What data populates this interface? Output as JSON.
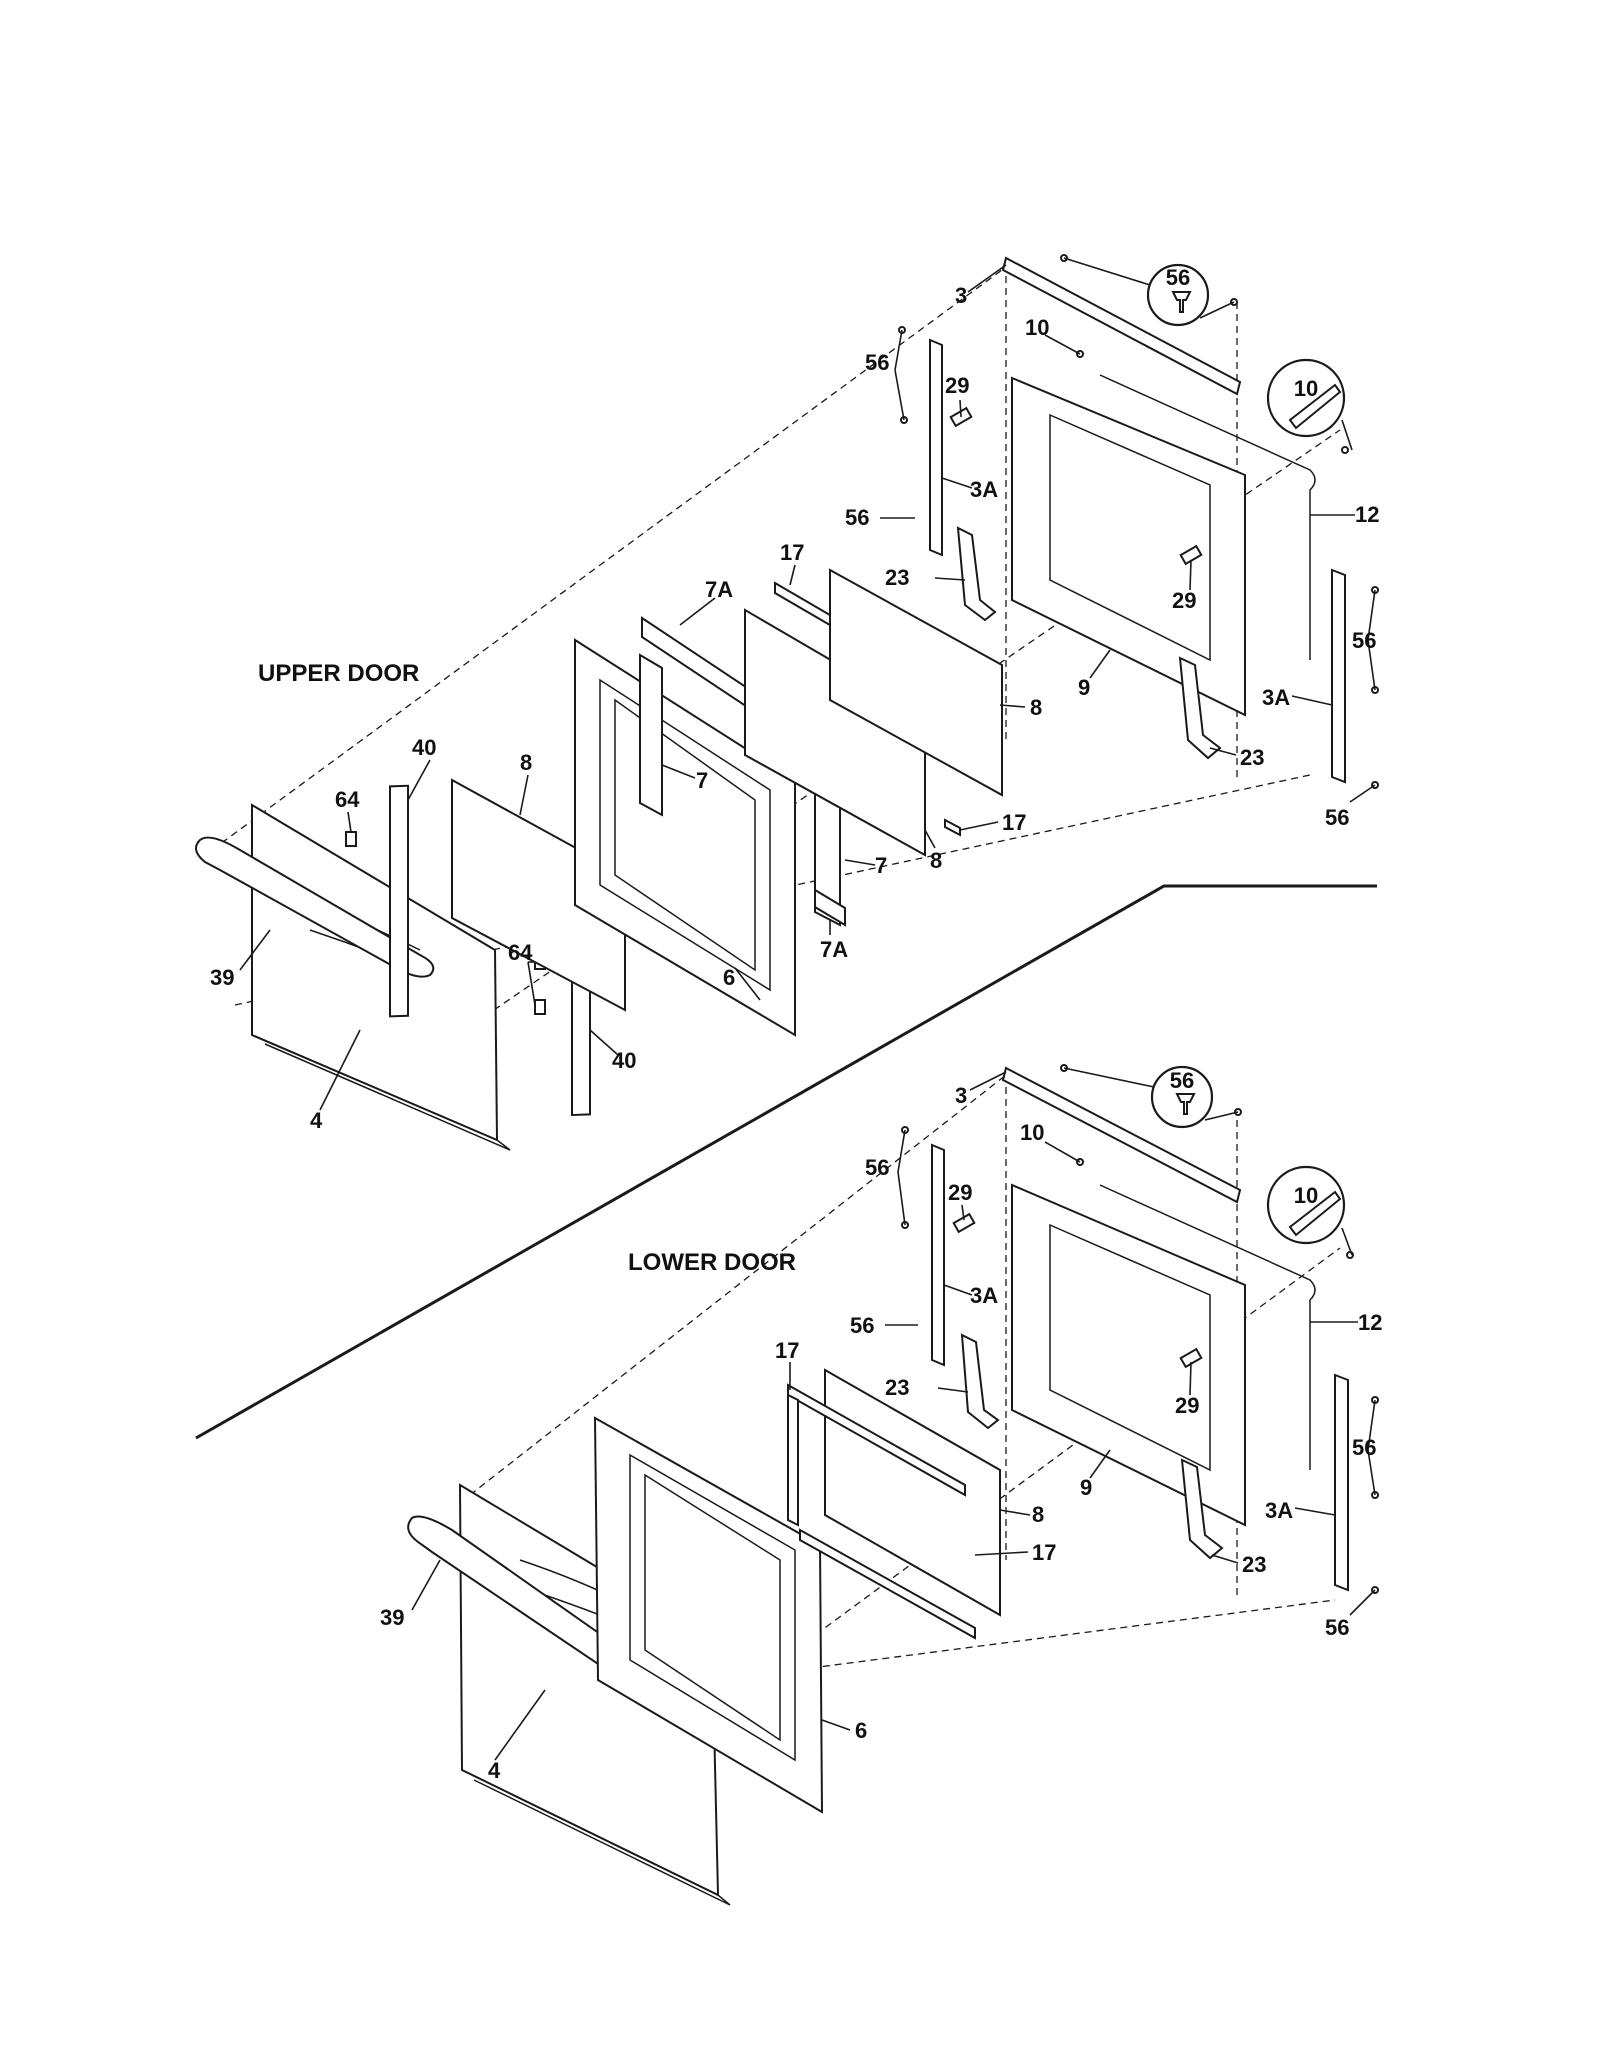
{
  "sections": {
    "upper": {
      "title": "UPPER DOOR"
    },
    "lower": {
      "title": "LOWER DOOR"
    }
  },
  "callouts": {
    "upper": [
      {
        "id": "u-3",
        "text": "3"
      },
      {
        "id": "u-56-bubble",
        "text": "56"
      },
      {
        "id": "u-10",
        "text": "10"
      },
      {
        "id": "u-10-bubble",
        "text": "10"
      },
      {
        "id": "u-56-a",
        "text": "56"
      },
      {
        "id": "u-29-a",
        "text": "29"
      },
      {
        "id": "u-3A-a",
        "text": "3A"
      },
      {
        "id": "u-56-b",
        "text": "56"
      },
      {
        "id": "u-12",
        "text": "12"
      },
      {
        "id": "u-17-a",
        "text": "17"
      },
      {
        "id": "u-7A-a",
        "text": "7A"
      },
      {
        "id": "u-23-a",
        "text": "23"
      },
      {
        "id": "u-29-b",
        "text": "29"
      },
      {
        "id": "u-56-c",
        "text": "56"
      },
      {
        "id": "u-9",
        "text": "9"
      },
      {
        "id": "u-3A-b",
        "text": "3A"
      },
      {
        "id": "u-8-a",
        "text": "8"
      },
      {
        "id": "u-23-b",
        "text": "23"
      },
      {
        "id": "u-7-a",
        "text": "7"
      },
      {
        "id": "u-17-b",
        "text": "17"
      },
      {
        "id": "u-56-d",
        "text": "56"
      },
      {
        "id": "u-8-b",
        "text": "8"
      },
      {
        "id": "u-7-b",
        "text": "7"
      },
      {
        "id": "u-40-a",
        "text": "40"
      },
      {
        "id": "u-8-c",
        "text": "8"
      },
      {
        "id": "u-64-a",
        "text": "64"
      },
      {
        "id": "u-7A-b",
        "text": "7A"
      },
      {
        "id": "u-6",
        "text": "6"
      },
      {
        "id": "u-39",
        "text": "39"
      },
      {
        "id": "u-64-b",
        "text": "64"
      },
      {
        "id": "u-40-b",
        "text": "40"
      },
      {
        "id": "u-4",
        "text": "4"
      }
    ],
    "lower": [
      {
        "id": "l-3",
        "text": "3"
      },
      {
        "id": "l-56-bubble",
        "text": "56"
      },
      {
        "id": "l-10",
        "text": "10"
      },
      {
        "id": "l-10-bubble",
        "text": "10"
      },
      {
        "id": "l-56-a",
        "text": "56"
      },
      {
        "id": "l-29-a",
        "text": "29"
      },
      {
        "id": "l-3A-a",
        "text": "3A"
      },
      {
        "id": "l-56-b",
        "text": "56"
      },
      {
        "id": "l-12",
        "text": "12"
      },
      {
        "id": "l-17-a",
        "text": "17"
      },
      {
        "id": "l-23-a",
        "text": "23"
      },
      {
        "id": "l-29-b",
        "text": "29"
      },
      {
        "id": "l-56-c",
        "text": "56"
      },
      {
        "id": "l-9",
        "text": "9"
      },
      {
        "id": "l-8",
        "text": "8"
      },
      {
        "id": "l-3A-b",
        "text": "3A"
      },
      {
        "id": "l-17-b",
        "text": "17"
      },
      {
        "id": "l-23-b",
        "text": "23"
      },
      {
        "id": "l-39",
        "text": "39"
      },
      {
        "id": "l-56-d",
        "text": "56"
      },
      {
        "id": "l-6",
        "text": "6"
      },
      {
        "id": "l-4",
        "text": "4"
      }
    ]
  }
}
